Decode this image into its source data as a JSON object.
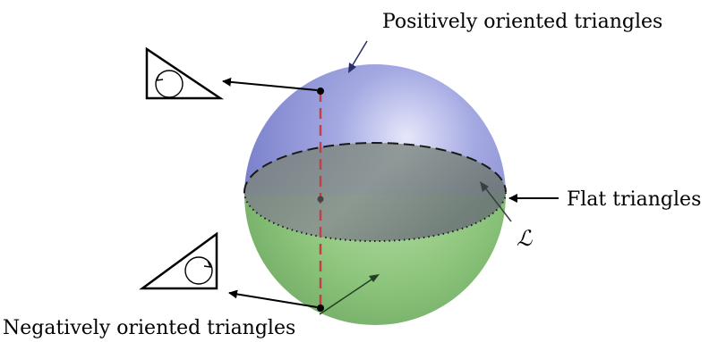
{
  "labels": {
    "positive": "Positively oriented triangles",
    "negative": "Negatively oriented triangles",
    "flat": "Flat triangles",
    "curve": "ℒ"
  },
  "colors": {
    "upper_hemisphere": "#8c92d6",
    "lower_hemisphere": "#8ec47f",
    "equator_disk": "#6f7a78",
    "axis": "#c0404a",
    "ink": "#000000"
  },
  "icons": {
    "positive_triangle": "counterclockwise-arrow-triangle-icon",
    "negative_triangle": "clockwise-arrow-triangle-icon"
  }
}
